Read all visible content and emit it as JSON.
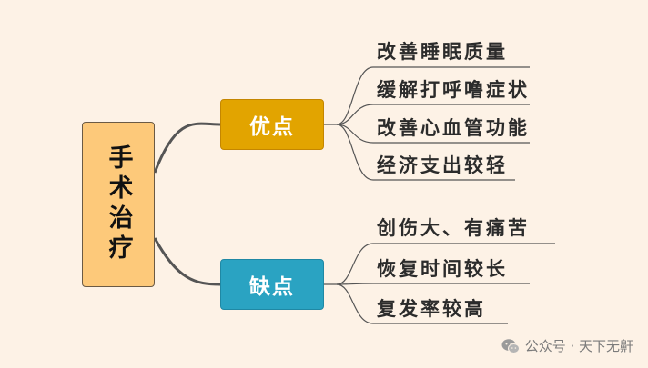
{
  "root": {
    "label": "手术治疗"
  },
  "branches": {
    "pros": {
      "label": "优点",
      "items": [
        "改善睡眠质量",
        "缓解打呼噜症状",
        "改善心血管功能",
        "经济支出较轻"
      ]
    },
    "cons": {
      "label": "缺点",
      "items": [
        "创伤大、有痛苦",
        "恢复时间较长",
        "复发率较高"
      ]
    }
  },
  "watermark": {
    "icon": "wechat-icon",
    "text": "公众号 · 天下无鼾"
  },
  "colors": {
    "background": "#fdf2e6",
    "root_fill": "#fdc97a",
    "pros_fill": "#e2a400",
    "cons_fill": "#2aa3c2",
    "connector": "#555555"
  }
}
